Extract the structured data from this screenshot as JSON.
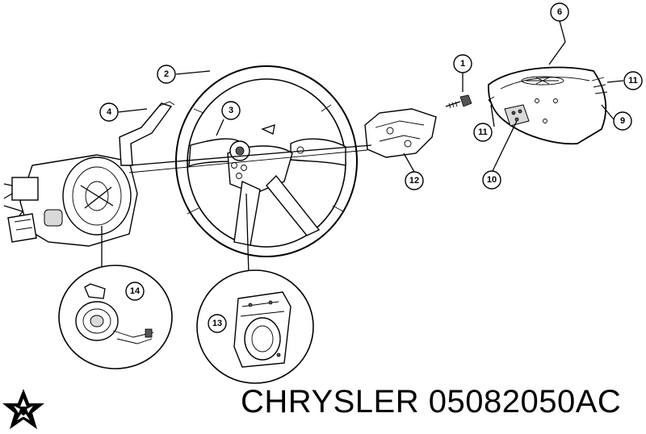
{
  "brand": {
    "name": "CHRYSLER",
    "part_number": "05082050AC",
    "logo_icon": "pentastar-icon"
  },
  "callouts": {
    "c1": "1",
    "c2": "2",
    "c3": "3",
    "c4": "4",
    "c6": "6",
    "c9": "9",
    "c10": "10",
    "c11a": "11",
    "c11b": "11",
    "c12": "12",
    "c13": "13",
    "c14": "14"
  },
  "colors": {
    "ink": "#000000",
    "paper": "#ffffff"
  }
}
